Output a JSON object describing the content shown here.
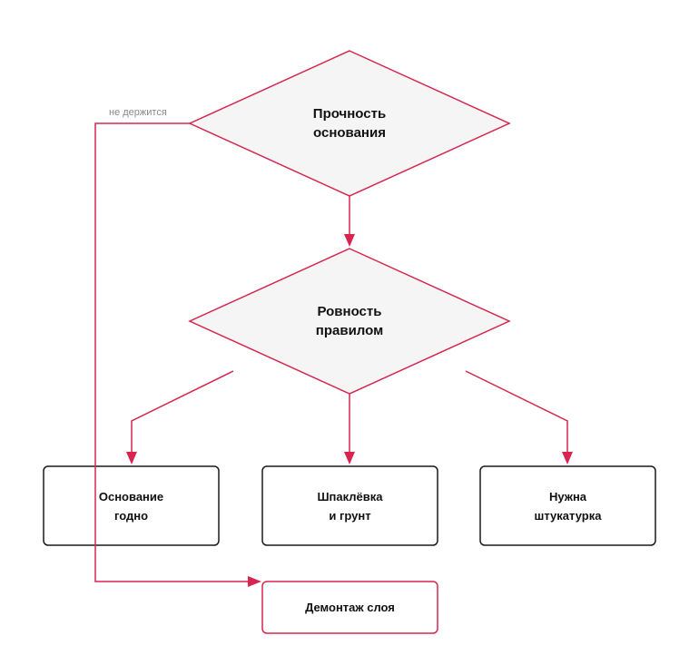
{
  "colors": {
    "accent": "#d6264f",
    "node_fill_diamond": "#f5f5f5",
    "box_stroke": "#1a1a1a",
    "text": "#111111",
    "edge_label": "#888888"
  },
  "nodes": {
    "strength": "Прочность\nоснования",
    "flatness": "Ровность\nправилом",
    "good": "Основание\nгодно",
    "putty": "Шпаклёвка\nи грунт",
    "plaster": "Нужна\nштукатурка",
    "demolish": "Демонтаж слоя"
  },
  "edges": {
    "not_holding": "не держится"
  }
}
